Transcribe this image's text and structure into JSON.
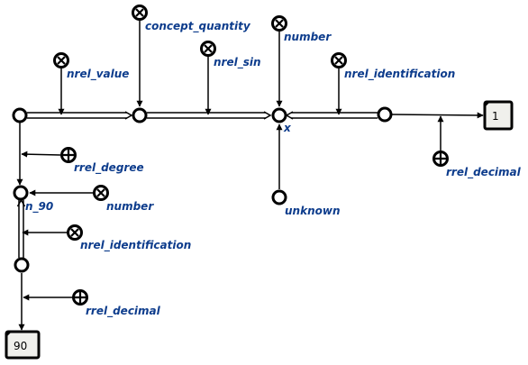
{
  "diagram": {
    "labels": {
      "concept_quantity": "concept_quantity",
      "nrel_value": "nrel_value",
      "nrel_sin": "nrel_sin",
      "number_top": "number",
      "x": "x",
      "nrel_identification_top": "nrel_identification",
      "rrel_decimal_right": "rrel_decimal",
      "rrel_degree": "rrel_degree",
      "n_90": "n_90",
      "number_left": "number",
      "unknown": "unknown",
      "nrel_identification_left": "nrel_identification",
      "rrel_decimal_left": "rrel_decimal"
    },
    "links": {
      "one": "1",
      "ninety": "90"
    }
  }
}
